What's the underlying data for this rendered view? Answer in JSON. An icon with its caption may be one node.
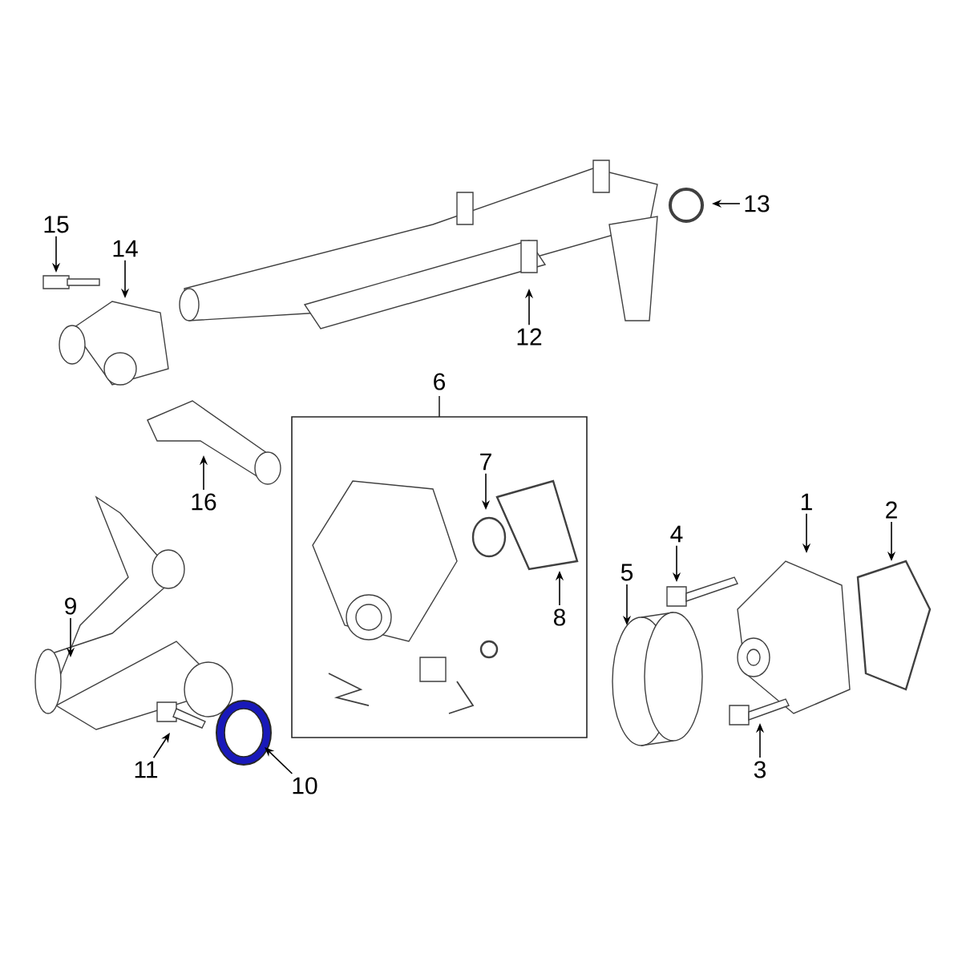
{
  "diagram": {
    "nodes": [
      {
        "text": [
          "13"
        ]
      },
      {
        "text": [
          "15"
        ]
      },
      {
        "text": [
          "14"
        ]
      },
      {
        "text": [
          "12"
        ]
      },
      {
        "text": [
          "6"
        ]
      },
      {
        "text": [
          "7"
        ],
        "in": 4
      },
      {
        "text": [
          "1"
        ]
      },
      {
        "text": [
          "16"
        ]
      },
      {
        "text": [
          "2"
        ]
      },
      {
        "text": [
          "4"
        ]
      },
      {
        "text": [
          "5"
        ]
      },
      {
        "text": [
          "9"
        ]
      },
      {
        "text": [
          "8"
        ],
        "in": 4
      },
      {
        "text": [
          "3"
        ]
      },
      {
        "text": [
          "11"
        ]
      },
      {
        "text": [
          "10"
        ]
      }
    ],
    "edges": [
      {
        "from": 0,
        "to": null,
        "arrow": "to"
      },
      {
        "from": 1,
        "to": null,
        "arrow": "to"
      },
      {
        "from": 2,
        "to": null,
        "arrow": "to"
      },
      {
        "from": 3,
        "to": null,
        "arrow": "to"
      },
      {
        "from": 5,
        "to": null,
        "arrow": "to"
      },
      {
        "from": 6,
        "to": null,
        "arrow": "to"
      },
      {
        "from": 7,
        "to": null,
        "arrow": "to"
      },
      {
        "from": 8,
        "to": null,
        "arrow": "to"
      },
      {
        "from": 9,
        "to": null,
        "arrow": "to"
      },
      {
        "from": 10,
        "to": null,
        "arrow": "to"
      },
      {
        "from": 11,
        "to": null,
        "arrow": "to"
      },
      {
        "from": 12,
        "to": null,
        "arrow": "to"
      },
      {
        "from": 13,
        "to": null,
        "arrow": "to"
      },
      {
        "from": 14,
        "to": null,
        "arrow": "to"
      },
      {
        "from": 15,
        "to": null,
        "arrow": "to"
      }
    ]
  }
}
